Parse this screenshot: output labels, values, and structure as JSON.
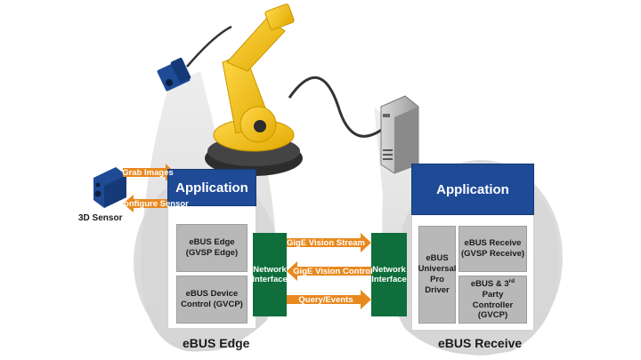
{
  "edge": {
    "application": "Application",
    "module_top": "eBUS  Edge\n(GVSP Edge)",
    "module_bottom": "eBUS Device\nControl (GVCP)",
    "caption": "eBUS Edge"
  },
  "receive": {
    "application": "Application",
    "driver": "eBUS\nUniversal\nPro\nDriver",
    "module_top": "eBUS Receive\n(GVSP Receive)",
    "module_bottom_pre": "eBUS & 3",
    "module_bottom_sup": "rd",
    "module_bottom_post": " Party\nController\n(GVCP)",
    "caption": "eBUS Receive"
  },
  "network": {
    "left": "Network\nInterface",
    "right": "Network\nInterface"
  },
  "arrows": {
    "stream": "GigE Vision Stream",
    "control": "GigE Vision Control",
    "events": "Query/Events",
    "grab": "Grab Images",
    "configure": "Configure Sensor"
  },
  "sensor": {
    "label": "3D Sensor"
  },
  "colors": {
    "application_blue": "#1e4a96",
    "network_green": "#0f6e3c",
    "arrow_orange": "#e8891f",
    "module_grey": "#b8b8b8",
    "robot_yellow": "#f5c518"
  }
}
